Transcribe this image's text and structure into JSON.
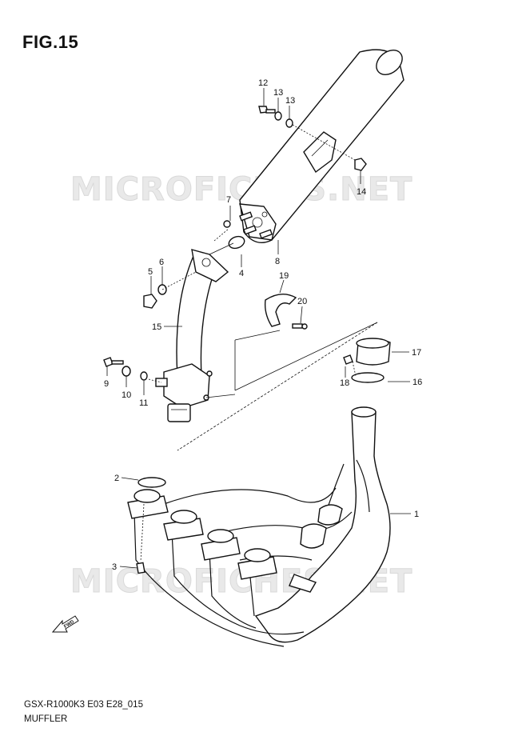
{
  "figure": {
    "title": "FIG.15"
  },
  "watermark": {
    "text": "MICROFICHES.NET"
  },
  "footer": {
    "code": "GSX-R1000K3 E03 E28_015",
    "name": "MUFFLER"
  },
  "fwd_label": "FWD",
  "callouts": {
    "c1": "1",
    "c2": "2",
    "c3": "3",
    "c4": "4",
    "c5": "5",
    "c6": "6",
    "c7": "7",
    "c8": "8",
    "c9": "9",
    "c10": "10",
    "c11": "11",
    "c12": "12",
    "c13a": "13",
    "c13b": "13",
    "c14": "14",
    "c15": "15",
    "c16": "16",
    "c17": "17",
    "c18": "18",
    "c19": "19",
    "c20": "20"
  }
}
